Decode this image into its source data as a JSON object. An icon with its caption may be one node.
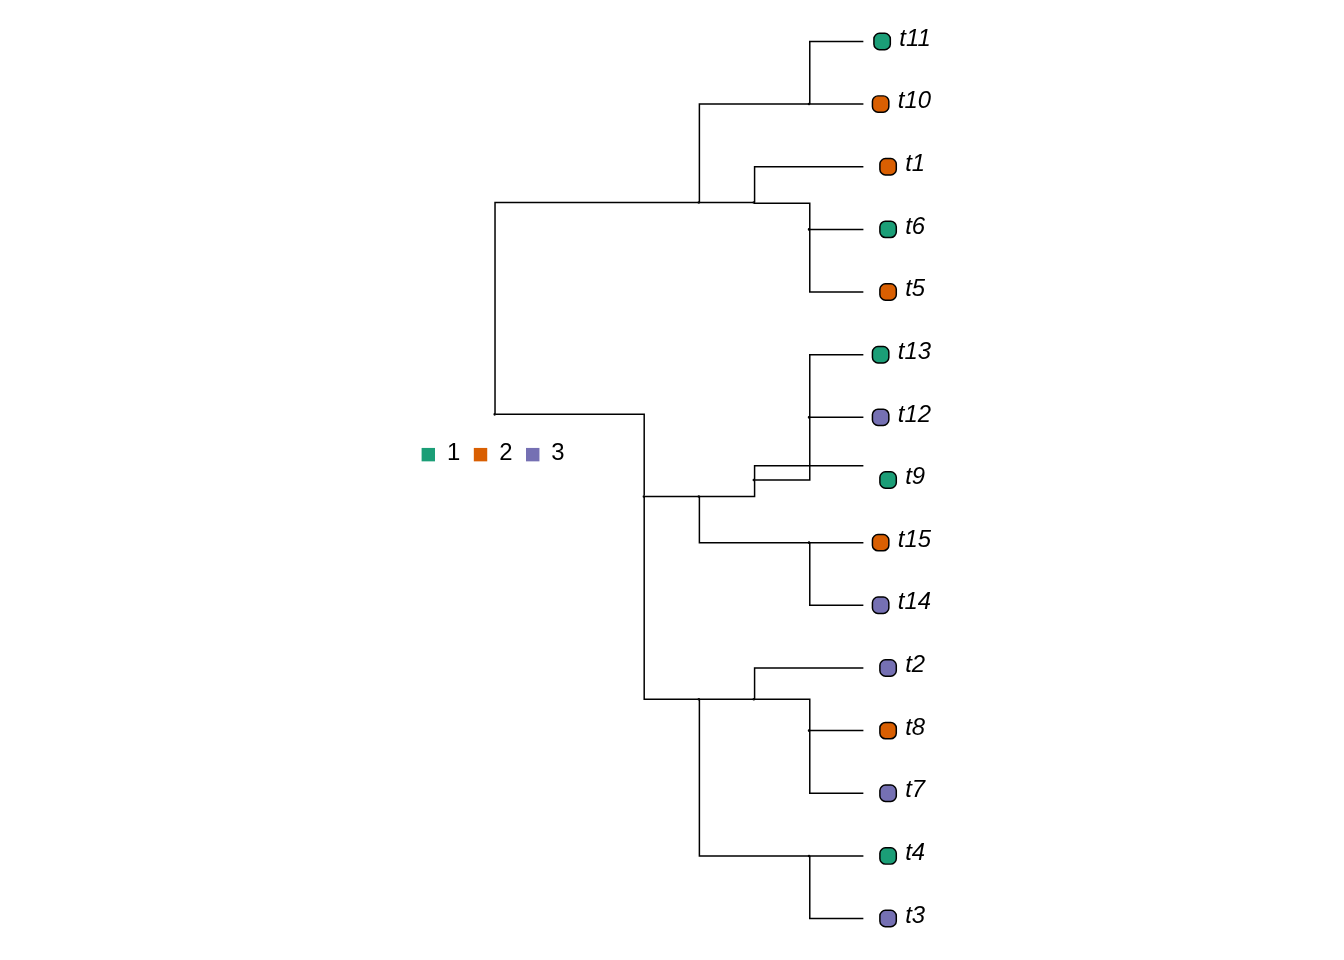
{
  "diagram": {
    "nodes": [
      {
        "text": [
          "t11"
        ]
      },
      {
        "text": [
          "t10"
        ]
      },
      {
        "text": [
          "t1"
        ]
      },
      {
        "text": [
          "t6"
        ]
      },
      {
        "text": [
          "t5"
        ]
      },
      {
        "text": [
          "t13"
        ]
      },
      {
        "text": [
          "t12"
        ]
      },
      {
        "text": [
          "t9"
        ]
      },
      {
        "text": [
          "t15"
        ]
      },
      {
        "text": [
          "t14"
        ]
      },
      {
        "text": [
          "t2"
        ]
      },
      {
        "text": [
          "t8"
        ]
      },
      {
        "text": [
          "t7"
        ]
      },
      {
        "text": [
          "t4"
        ]
      },
      {
        "text": [
          "t3"
        ]
      },
      {
        "text": [],
        "shape": "point"
      },
      {
        "text": [],
        "shape": "point"
      },
      {
        "text": [],
        "shape": "point"
      },
      {
        "text": [],
        "shape": "point"
      },
      {
        "text": [],
        "shape": "point"
      },
      {
        "text": [],
        "shape": "point"
      },
      {
        "text": [],
        "shape": "point"
      },
      {
        "text": [],
        "shape": "point"
      },
      {
        "text": [],
        "shape": "point"
      },
      {
        "text": [],
        "shape": "point"
      },
      {
        "text": [],
        "shape": "point"
      },
      {
        "text": [],
        "shape": "point"
      },
      {
        "text": [],
        "shape": "point"
      },
      {
        "text": [],
        "shape": "point"
      }
    ],
    "edges": [
      {
        "from": 15,
        "to": 18,
        "arrow": "none"
      },
      {
        "from": 15,
        "to": 16,
        "arrow": "none"
      },
      {
        "from": 18,
        "to": 26,
        "arrow": "none"
      },
      {
        "from": 18,
        "to": 19,
        "arrow": "none"
      },
      {
        "from": 26,
        "to": 0,
        "arrow": "none"
      },
      {
        "from": 26,
        "to": 1,
        "arrow": "none"
      },
      {
        "from": 19,
        "to": 2,
        "arrow": "none"
      },
      {
        "from": 19,
        "to": 23,
        "arrow": "none"
      },
      {
        "from": 23,
        "to": 3,
        "arrow": "none"
      },
      {
        "from": 23,
        "to": 4,
        "arrow": "none"
      },
      {
        "from": 16,
        "to": 21,
        "arrow": "none"
      },
      {
        "from": 16,
        "to": 17,
        "arrow": "none"
      },
      {
        "from": 21,
        "to": 25,
        "arrow": "none"
      },
      {
        "from": 21,
        "to": 28,
        "arrow": "none"
      },
      {
        "from": 25,
        "to": 27,
        "arrow": "none"
      },
      {
        "from": 25,
        "to": 7,
        "arrow": "none"
      },
      {
        "from": 27,
        "to": 5,
        "arrow": "none"
      },
      {
        "from": 27,
        "to": 6,
        "arrow": "none"
      },
      {
        "from": 28,
        "to": 8,
        "arrow": "none"
      },
      {
        "from": 28,
        "to": 9,
        "arrow": "none"
      },
      {
        "from": 17,
        "to": 20,
        "arrow": "none"
      },
      {
        "from": 17,
        "to": 22,
        "arrow": "none"
      },
      {
        "from": 20,
        "to": 10,
        "arrow": "none"
      },
      {
        "from": 20,
        "to": 24,
        "arrow": "none"
      },
      {
        "from": 24,
        "to": 11,
        "arrow": "none"
      },
      {
        "from": 24,
        "to": 12,
        "arrow": "none"
      },
      {
        "from": 22,
        "to": 13,
        "arrow": "none"
      },
      {
        "from": 22,
        "to": 14,
        "arrow": "none"
      }
    ],
    "legend": [
      {
        "text": "1",
        "color": "#1b9e77"
      },
      {
        "text": "2",
        "color": "#d95f02"
      },
      {
        "text": "3",
        "color": "#7570b3"
      }
    ]
  }
}
